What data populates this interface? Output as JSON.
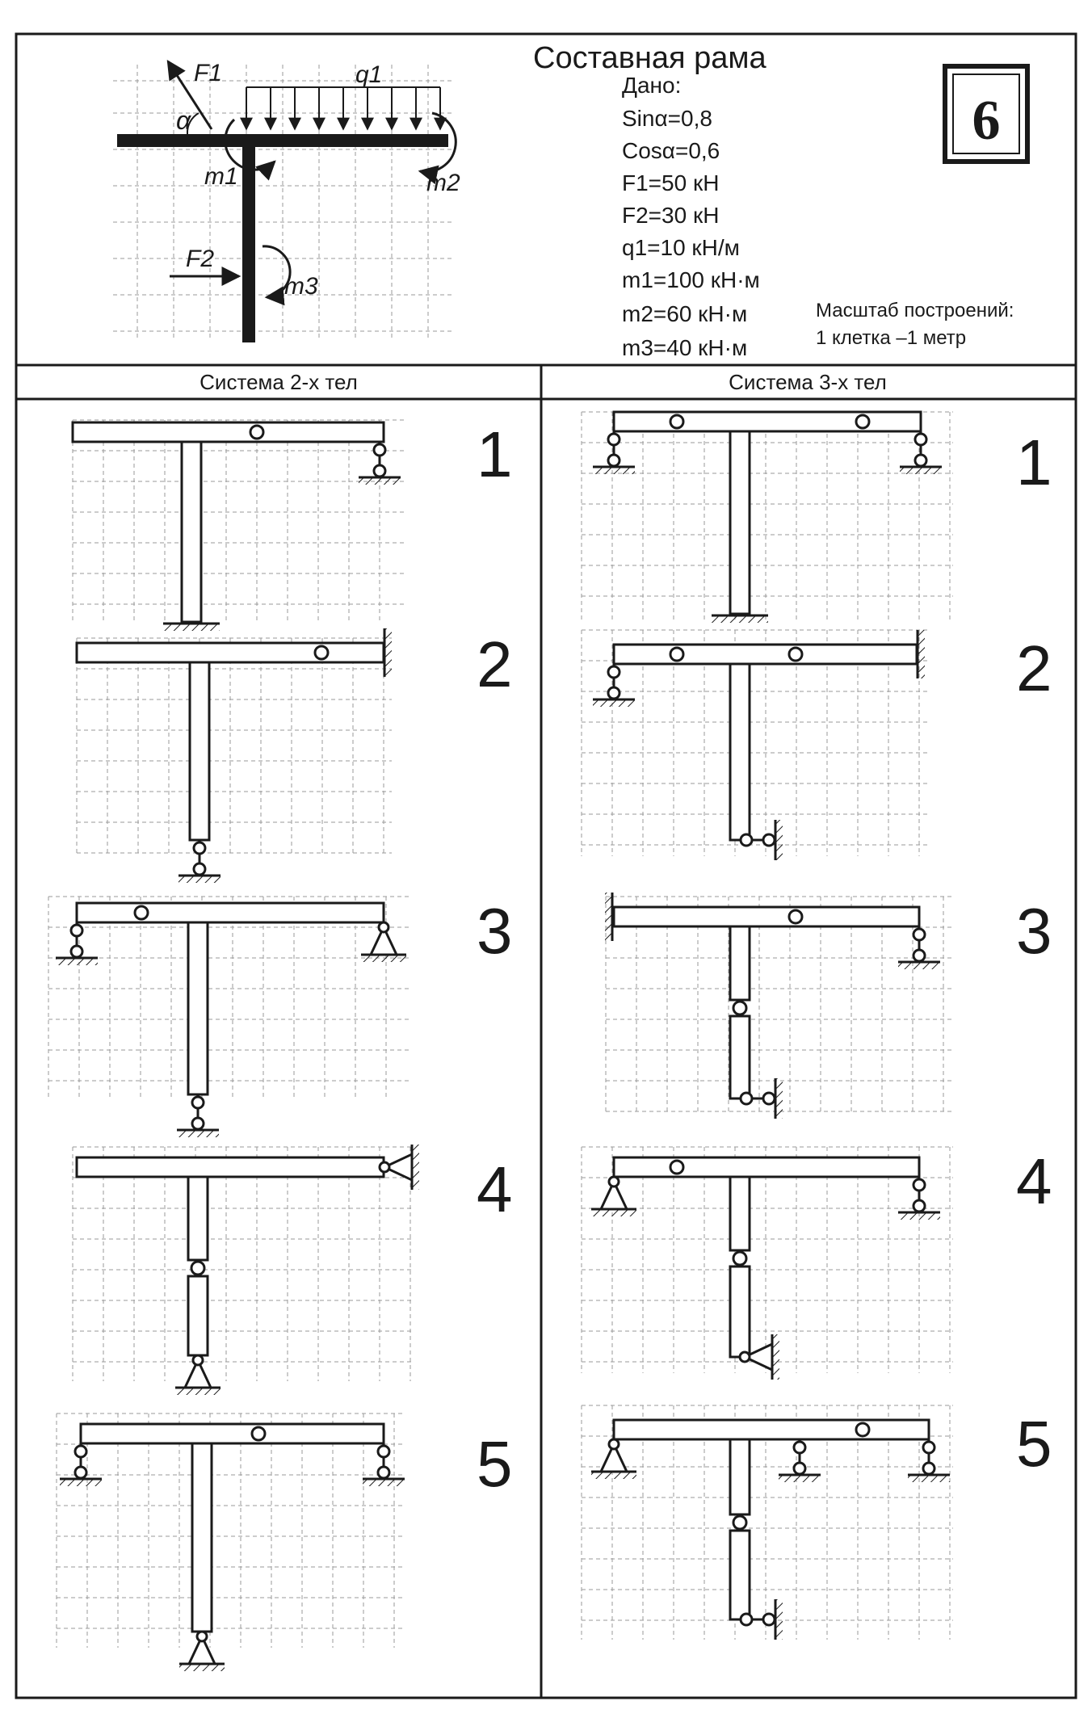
{
  "title": "Составная рама",
  "card_number": "6",
  "given": {
    "heading": "Дано:",
    "items": [
      "Sinα=0,8",
      "Cosα=0,6",
      "F1=50 кН",
      "F2=30 кН",
      "q1=10 кН/м",
      "m1=100 кН·м",
      "m2=60 кН·м",
      "m3=40 кН·м"
    ]
  },
  "scale": {
    "line1": "Масштаб построений:",
    "line2": "1 клетка –1 метр"
  },
  "load_labels": {
    "f1": "F1",
    "f2": "F2",
    "q1": "q1",
    "m1": "m1",
    "m2": "m2",
    "m3": "m3",
    "alpha": "α"
  },
  "columns": {
    "left": "Система 2-х тел",
    "right": "Система 3-х тел"
  },
  "variants_left": [
    "1",
    "2",
    "3",
    "4",
    "5"
  ],
  "variants_right": [
    "1",
    "2",
    "3",
    "4",
    "5"
  ]
}
